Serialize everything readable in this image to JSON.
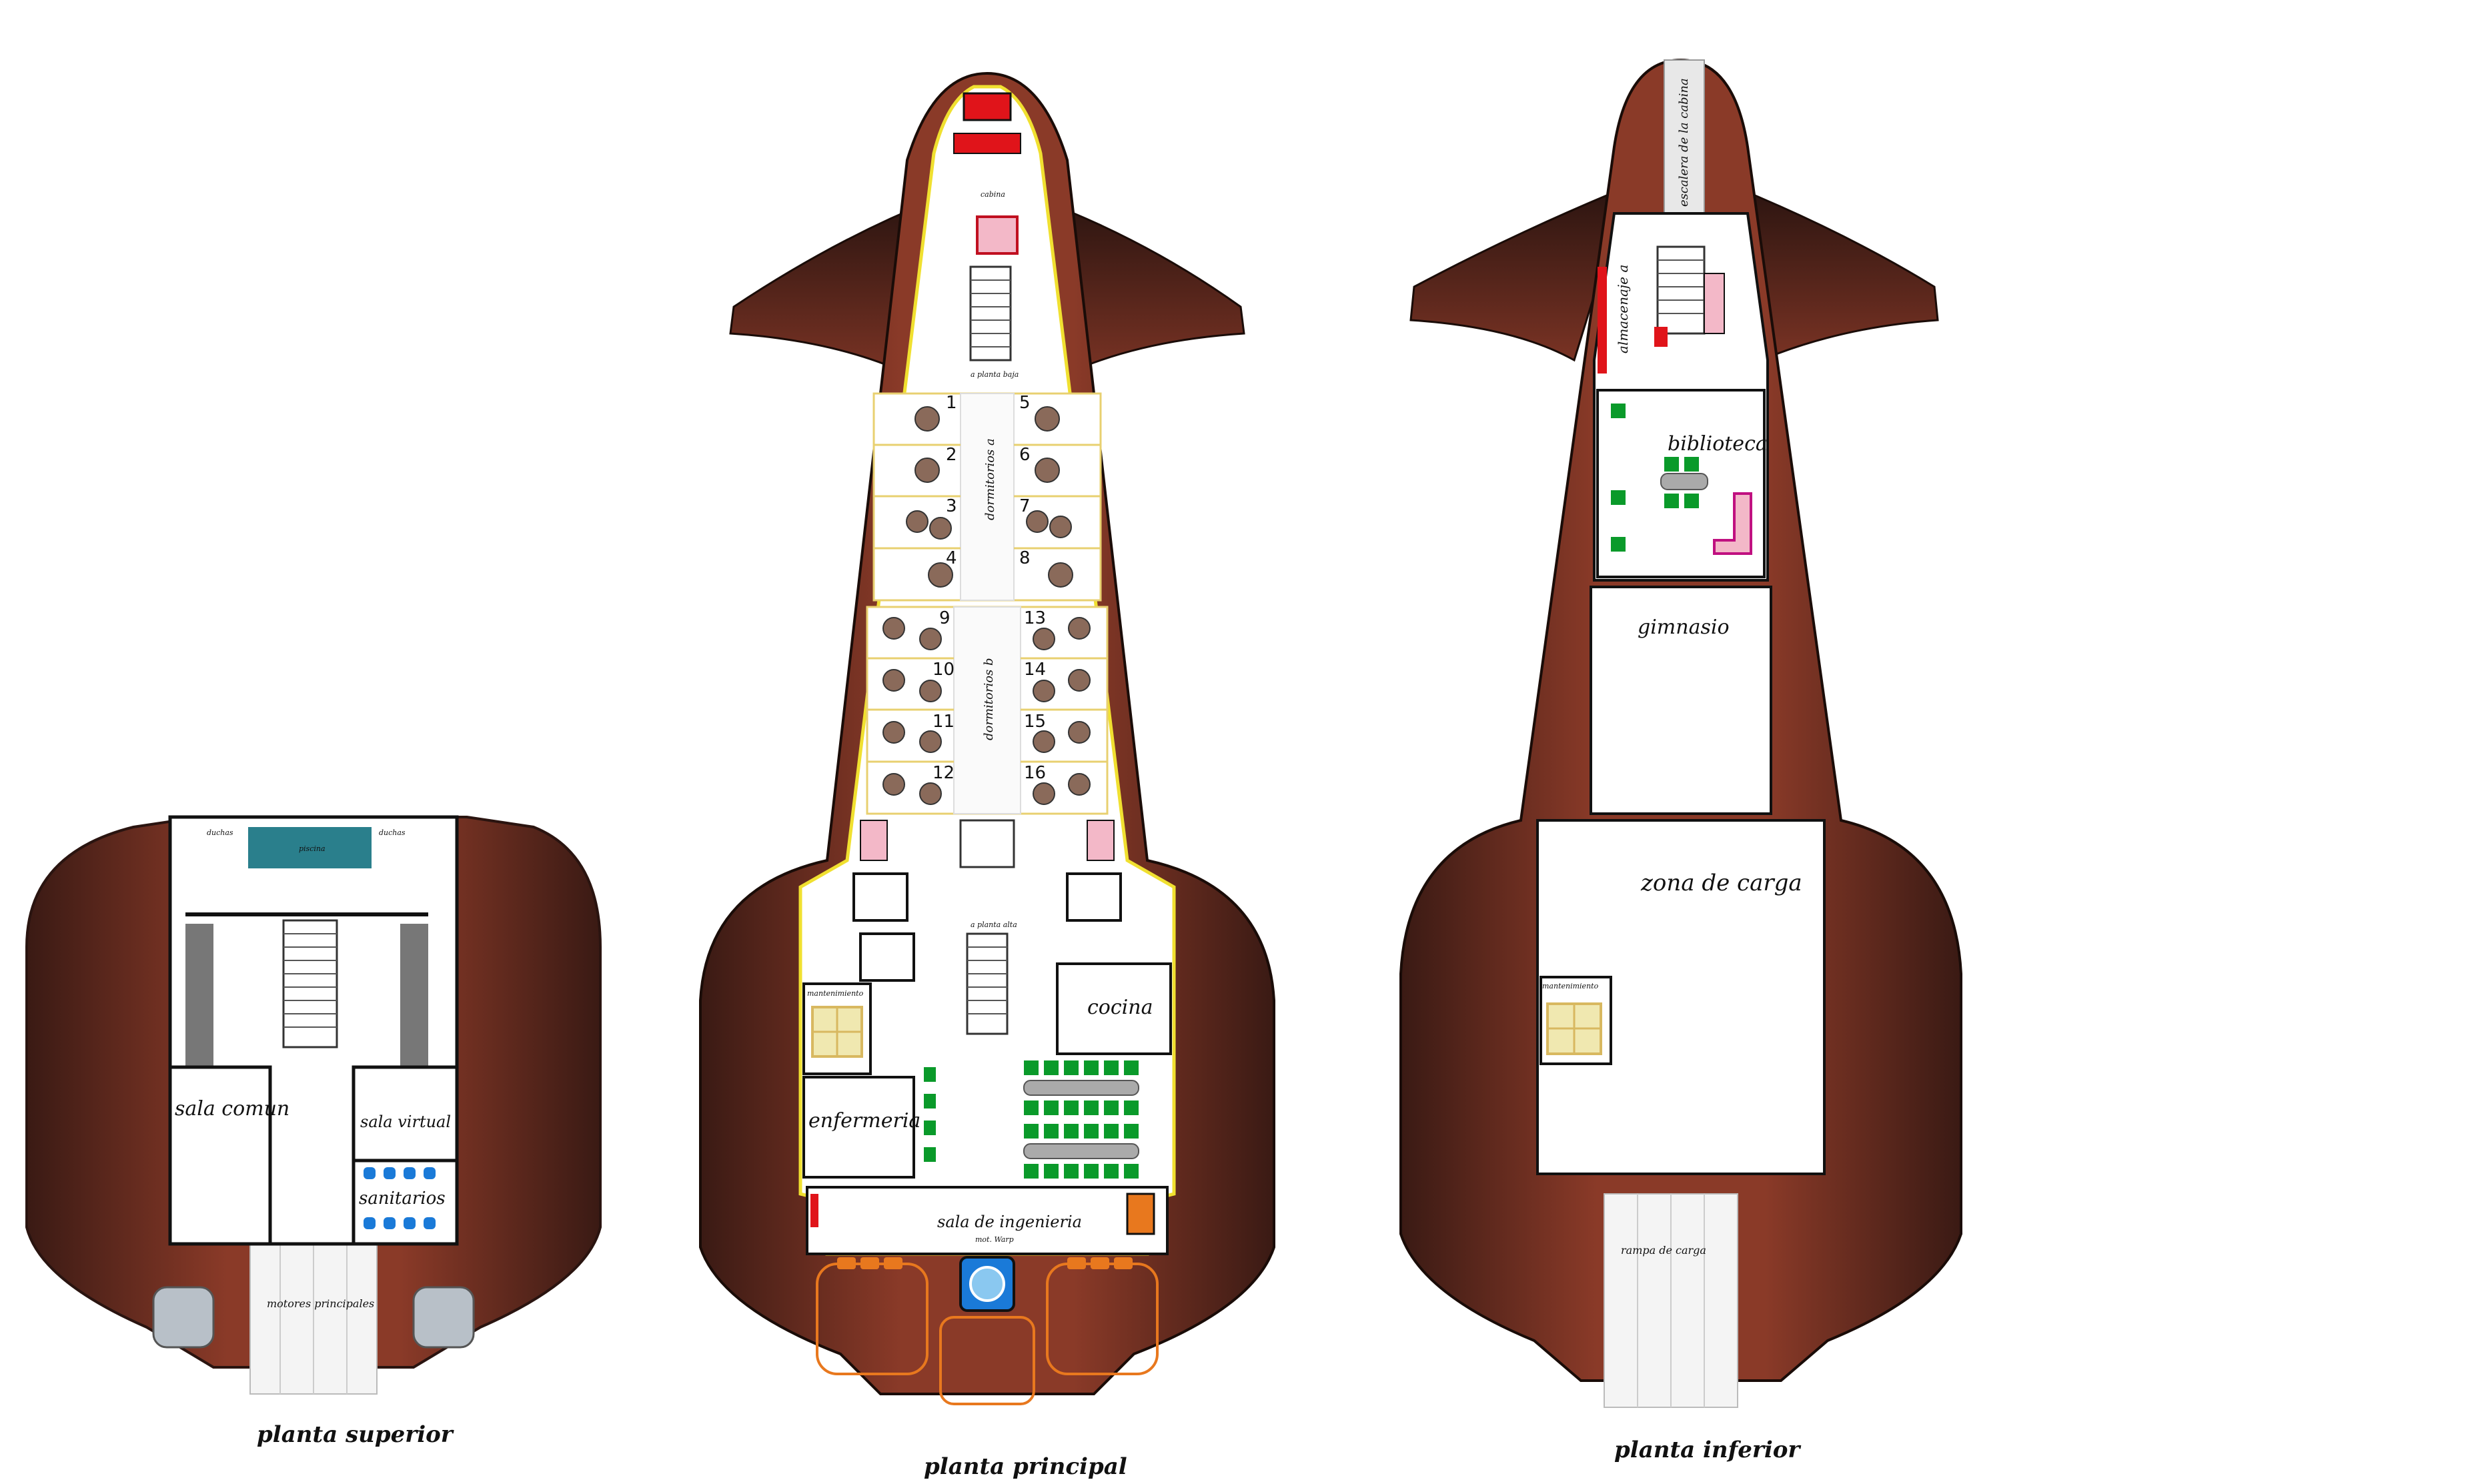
{
  "colors": {
    "hull": "#7a3324",
    "hull_dark": "#3a1a14",
    "wall": "#111111",
    "floor": "#ffffff",
    "wall_gray": "#777777",
    "seat_green": "#0a9a2a",
    "accent_red": "#e0141a",
    "pink": "#f3b8c8",
    "orange": "#e8781e",
    "pool": "#2a7f8c",
    "yellow": "#f0e030",
    "gold": "#d8b860"
  },
  "decks": {
    "upper": {
      "title": "planta superior",
      "rooms": {
        "duchas_left": "duchas",
        "duchas_right": "duchas",
        "piscina": "piscina",
        "sala_comun": "sala comun",
        "sala_virtual": "sala virtual",
        "sanitarios": "sanitarios",
        "motores": "motores principales"
      }
    },
    "main": {
      "title": "planta principal",
      "rooms": {
        "cabina": "cabina",
        "a_planta_baja": "a planta baja",
        "dormitorios_a": "dormitorios a",
        "dormitorios_b": "dormitorios b",
        "a_planta_alta": "a planta alta",
        "mantenimiento": "mantenimiento",
        "cocina": "cocina",
        "enfermeria": "enfermeria",
        "sala_ingenieria": "sala de ingenieria",
        "motor_warp": "mot. Warp"
      },
      "cabins": [
        "1",
        "2",
        "3",
        "4",
        "5",
        "6",
        "7",
        "8",
        "9",
        "10",
        "11",
        "12",
        "13",
        "14",
        "15",
        "16"
      ]
    },
    "lower": {
      "title": "planta inferior",
      "rooms": {
        "escalera": "escalera de la cabina",
        "almacenaje": "almacenaje a",
        "biblioteca": "biblioteca",
        "gimnasio": "gimnasio",
        "zona_carga": "zona de carga",
        "mantenimiento": "mantenimiento",
        "rampa": "rampa de carga"
      }
    }
  }
}
